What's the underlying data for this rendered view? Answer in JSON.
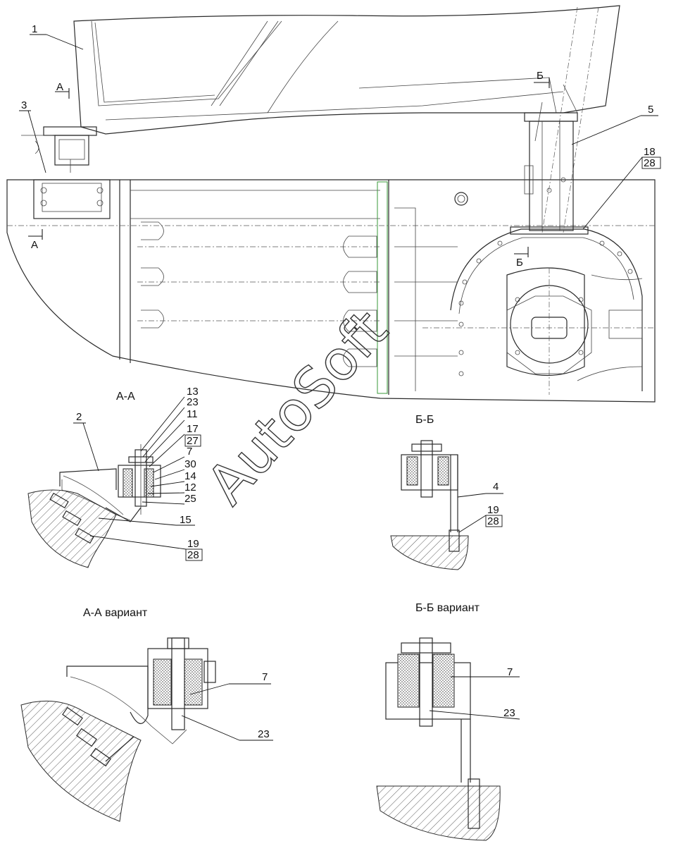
{
  "watermark": "AutoSoft",
  "section_titles": {
    "aa": "А-А",
    "bb": "Б-Б",
    "aa_variant": "А-А вариант",
    "bb_variant": "Б-Б вариант"
  },
  "section_marks": {
    "a_top": "А",
    "a_bottom": "А",
    "b_top": "Б",
    "b_bottom": "Б"
  },
  "callouts": {
    "c1": "1",
    "c3": "3",
    "c5": "5",
    "c18": "18",
    "c28_top": "28",
    "aa": [
      "13",
      "23",
      "11",
      "17",
      "27",
      "7",
      "30",
      "14",
      "12",
      "25"
    ],
    "c2": "2",
    "c15": "15",
    "c19_aa": "19",
    "c28_aa": "28",
    "c4": "4",
    "c19_bb": "19",
    "c28_bb": "28",
    "c7_var_a": "7",
    "c23_var_a": "23",
    "c7_var_b": "7",
    "c23_var_b": "23"
  }
}
